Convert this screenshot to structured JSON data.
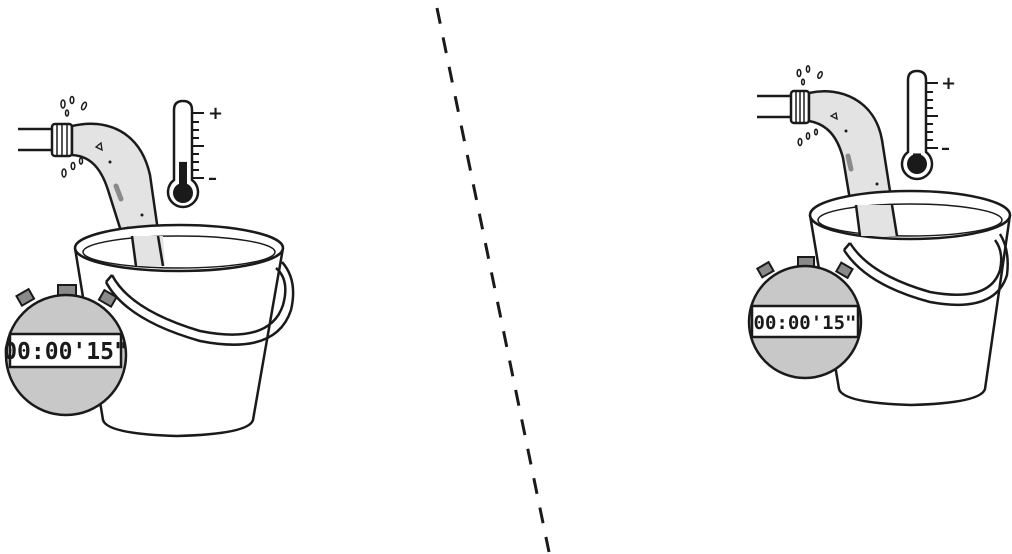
{
  "left_panel": {
    "stopwatch_time": "00:00'15\"",
    "thermometer_plus": "+",
    "thermometer_minus": "–",
    "thermometer_level": 0.35
  },
  "right_panel": {
    "stopwatch_time": "00:00'15\"",
    "thermometer_plus": "+",
    "thermometer_minus": "–",
    "thermometer_level": 0.12
  }
}
